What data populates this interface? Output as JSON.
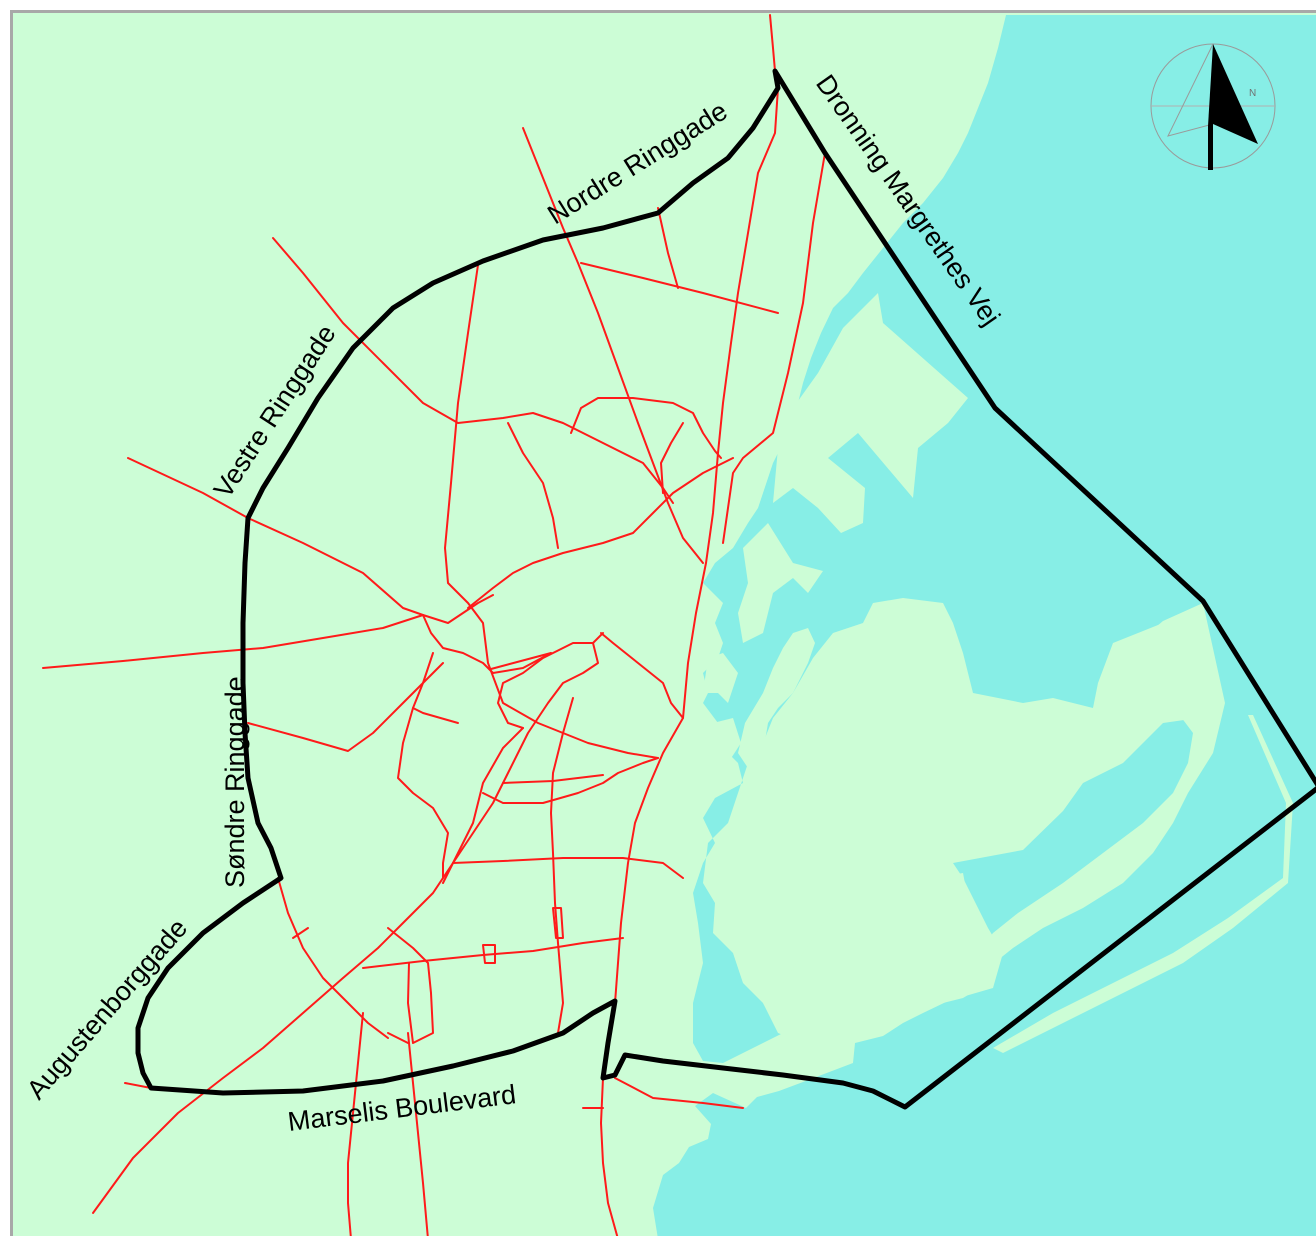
{
  "map": {
    "colors": {
      "land": "#ccfdd6",
      "water": "#87eee6",
      "streets": "#ff1a1a",
      "boundary": "#000000",
      "frame": "#a8a8a8"
    },
    "labels": {
      "nordre_ringgade": "Nordre Ringgade",
      "dronning_margrethes_vej": "Dronning Margrethes Vej",
      "vestre_ringgade": "Vestre Ringgade",
      "sondre_ringgade": "Søndre Ringgade",
      "augustenborggade": "Augustenborggade",
      "marselis_boulevard": "Marselis Boulevard"
    },
    "compass": {
      "icon": "north-arrow-icon",
      "north_letter": "N"
    }
  }
}
